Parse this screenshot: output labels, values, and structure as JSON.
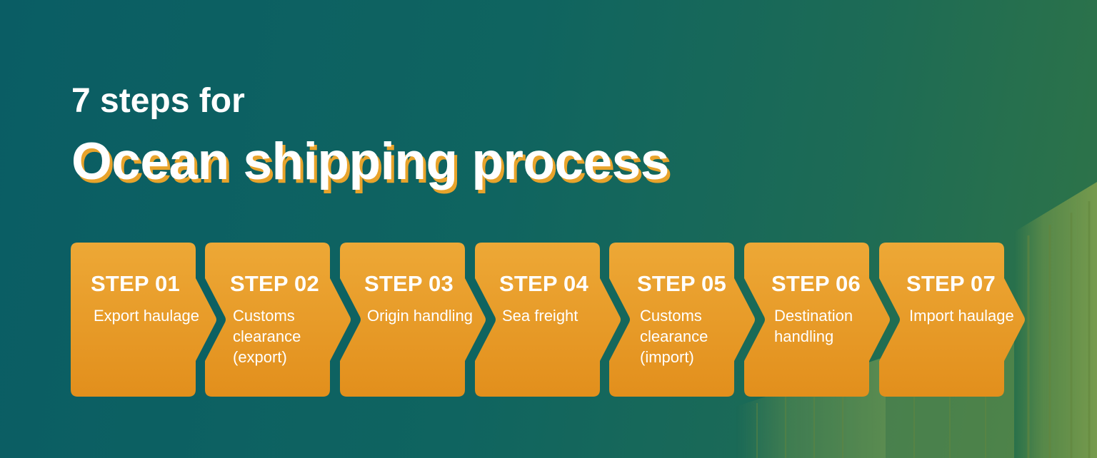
{
  "heading": {
    "line1": "7 steps for",
    "line2": "Ocean shipping process"
  },
  "colors": {
    "step_top": "#eda836",
    "step_bottom": "#e28f1c",
    "heading_shadow": "#e8a32b",
    "background": "#0a5d64"
  },
  "steps": [
    {
      "title": "STEP 01",
      "label": "Export haulage"
    },
    {
      "title": "STEP 02",
      "label": "Customs clearance (export)"
    },
    {
      "title": "STEP 03",
      "label": "Origin handling"
    },
    {
      "title": "STEP 04",
      "label": "Sea freight"
    },
    {
      "title": "STEP 05",
      "label": "Customs clearance (import)"
    },
    {
      "title": "STEP 06",
      "label": "Destination handling"
    },
    {
      "title": "STEP 07",
      "label": "Import haulage"
    }
  ]
}
